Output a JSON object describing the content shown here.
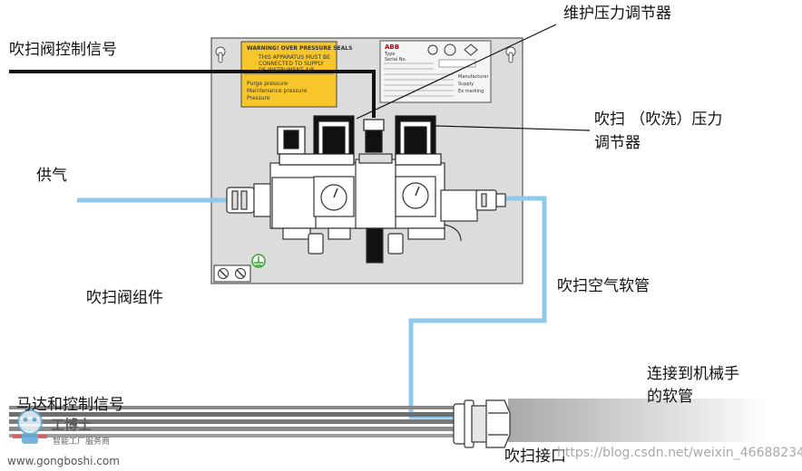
{
  "labels": {
    "purge_valve_signal": "吹扫阀控制信号",
    "maintenance_regulator": "维护压力调节器",
    "purge_regulator_line1": "吹扫 （吹洗）压力",
    "purge_regulator_line2": "调节器",
    "air_supply": "供气",
    "purge_valve_assembly": "吹扫阀组件",
    "purge_air_hose": "吹扫空气软管",
    "robot_hose_line1": "连接到机械手",
    "robot_hose_line2": "的软管",
    "motor_control_signal": "马达和控制信号",
    "purge_port": "吹扫接口"
  },
  "warning_plate": {
    "title": "WARNING! OVER PRESSURE SEALS",
    "lines": [
      "THIS APPARATUS MUST BE",
      "CONNECTED TO SUPPLY",
      "OF INSTRUMENT AIR",
      "Purge pressure",
      "Maintenance pressure",
      "Pressure"
    ]
  },
  "abb_plate": {
    "brand": "ABB",
    "text": [
      "Type",
      "Serial No.",
      "Manufacturer",
      "Supply",
      "Ex marking"
    ]
  },
  "watermark": {
    "url": "https://blog.csdn.net/weixin_46688234",
    "site": "www.gongboshi.com",
    "cn_logo": "工博士",
    "cn_sub": "智能工厂服务商"
  },
  "colors": {
    "hose_blue": "#8ec8ea",
    "signal_black": "#111111",
    "panel_gray": "#dcdcdc",
    "warning_yellow": "#f7c62b",
    "ground_green": "#2aa82a"
  }
}
